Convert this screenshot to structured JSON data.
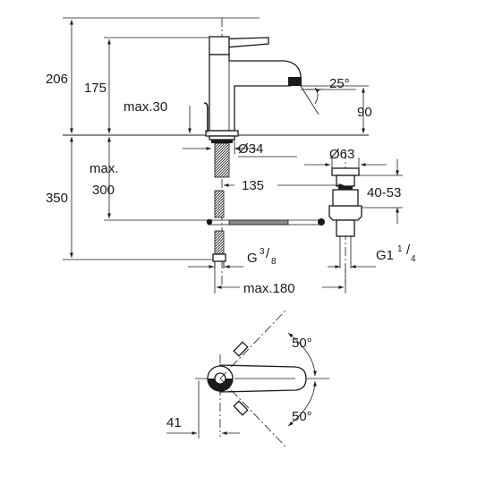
{
  "dimensions": {
    "total_height": "206",
    "spout_height": "175",
    "max_30": "max.30",
    "spout_angle": "25°",
    "spout_reach": "90",
    "hole_diameter": "Ø34",
    "below_max": "max.",
    "below_300": "300",
    "below_350": "350",
    "hole_to_waste": "135",
    "waste_diameter": "Ø63",
    "waste_range": "40-53",
    "waste_thread_main": "G1",
    "waste_thread_num": "1",
    "waste_thread_den": "4",
    "supply_thread_main": "G",
    "supply_thread_num": "3",
    "supply_thread_den": "8",
    "max_180": "max.180",
    "lever_angle_top": "50°",
    "lever_angle_bottom": "50°",
    "lever_offset": "41"
  },
  "colors": {
    "line": "#1a1a1a",
    "background": "#ffffff",
    "hose_grey": "#8a8a8a"
  }
}
